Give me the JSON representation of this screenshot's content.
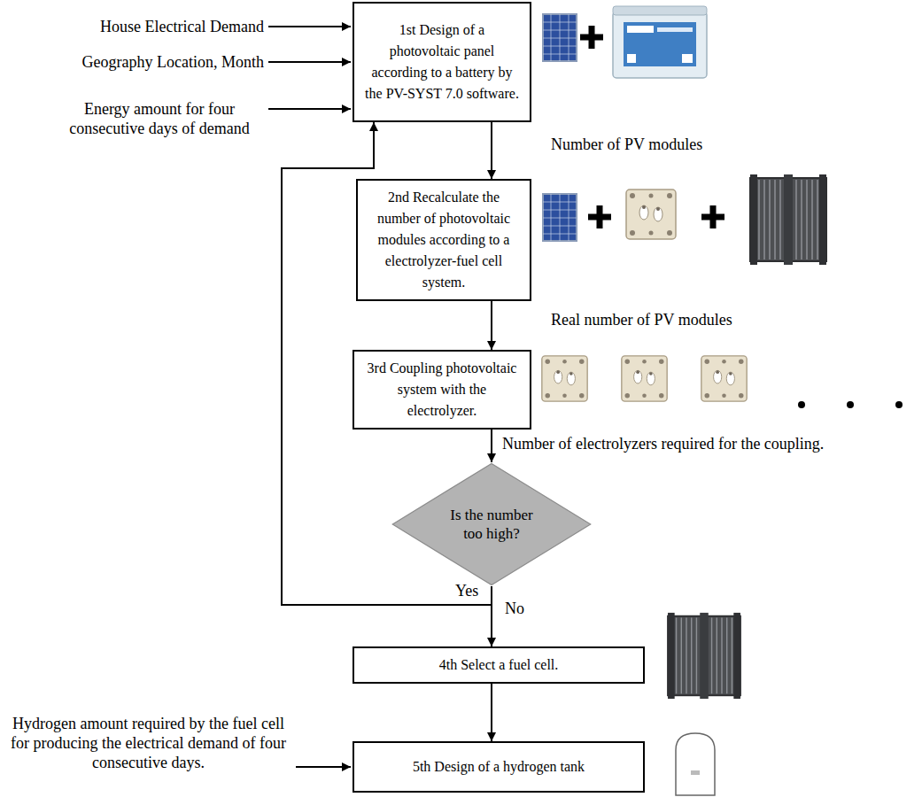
{
  "diagram": {
    "nodes": [
      {
        "text": [
          "1st Design of a photovoltaic panel according to a battery by the PV-SYST 7.0 software."
        ]
      },
      {
        "text": [
          "2nd Recalculate the number of photovoltaic modules according to a electrolyzer-fuel cell system."
        ]
      },
      {
        "text": [
          "3rd Coupling photovoltaic system with the electrolyzer."
        ]
      },
      {
        "text": [
          "Is the number too high?"
        ]
      },
      {
        "text": [
          "4th Select a fuel cell."
        ]
      },
      {
        "text": [
          "5th Design of a hydrogen tank"
        ]
      }
    ],
    "edges": [
      {
        "from": 0,
        "to": 1,
        "arrow": "to",
        "label": "Number of PV modules"
      },
      {
        "from": 1,
        "to": 2,
        "arrow": "to",
        "label": "Real number of PV modules"
      },
      {
        "from": 2,
        "to": 3,
        "arrow": "to",
        "label": "Number of electrolyzers required for the coupling."
      },
      {
        "from": 3,
        "to": 0,
        "arrow": "to",
        "label": "Yes"
      },
      {
        "from": 3,
        "to": 4,
        "arrow": "to",
        "label": "No"
      },
      {
        "from": 4,
        "to": 5,
        "arrow": "to"
      }
    ],
    "labels": [
      "House Electrical Demand",
      "Geography Location, Month",
      "Energy amount for four consecutive days of demand",
      "Hydrogen amount required by the fuel cell for producing the electrical demand of four consecutive days."
    ]
  }
}
